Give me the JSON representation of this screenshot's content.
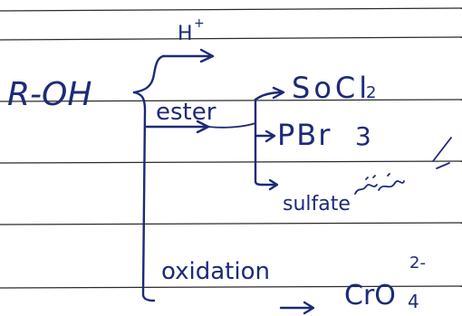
{
  "diagram": {
    "ink_color": "#1d2a78",
    "rule_color": "#2b2b2b",
    "paper_color": "#ffffff",
    "reactant": "R-OH",
    "branches": {
      "acid": {
        "label": "H",
        "superscript": "+"
      },
      "ester": {
        "label": "ester",
        "products": [
          {
            "main": "SoCl",
            "subscript": "2"
          },
          {
            "main": "PBr",
            "subscript": "3"
          },
          {
            "main": "sulfate",
            "note": "ester",
            "note_script": "Persian"
          }
        ]
      },
      "oxidation": {
        "label": "oxidation",
        "product": {
          "main": "CrO",
          "subscript": "4",
          "superscript": "2-"
        }
      }
    }
  }
}
